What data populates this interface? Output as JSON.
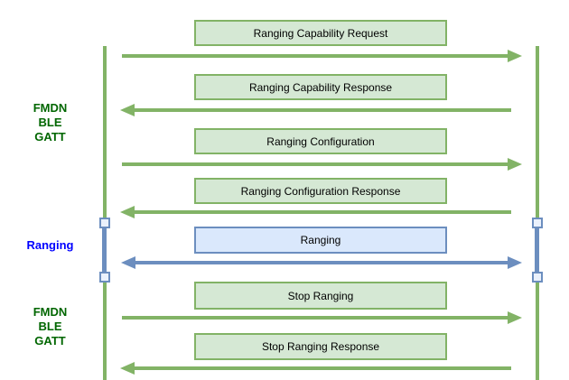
{
  "diagram": {
    "type": "sequence-diagram",
    "colors": {
      "green_box_fill": "#d5e8d4",
      "green_stroke": "#82b366",
      "blue_box_fill": "#dae8fc",
      "blue_stroke": "#6c8ebf",
      "gatt_label_text": "#006600",
      "ranging_label_text": "#0000ff",
      "message_text": "#000000",
      "background": "#ffffff"
    },
    "left_labels": [
      {
        "id": "gatt-1",
        "lines": [
          "FMDN",
          "BLE",
          "GATT"
        ]
      },
      {
        "id": "ranging",
        "lines": [
          "Ranging"
        ]
      },
      {
        "id": "gatt-2",
        "lines": [
          "FMDN",
          "BLE",
          "GATT"
        ]
      }
    ],
    "messages": [
      {
        "label": "Ranging Capability Request",
        "direction": "right",
        "style": "green"
      },
      {
        "label": "Ranging Capability Response",
        "direction": "left",
        "style": "green"
      },
      {
        "label": "Ranging Configuration",
        "direction": "right",
        "style": "green"
      },
      {
        "label": "Ranging Configuration Response",
        "direction": "left",
        "style": "green"
      },
      {
        "label": "Ranging",
        "direction": "both",
        "style": "blue"
      },
      {
        "label": "Stop Ranging",
        "direction": "right",
        "style": "green"
      },
      {
        "label": "Stop Ranging Response",
        "direction": "left",
        "style": "green"
      }
    ]
  }
}
